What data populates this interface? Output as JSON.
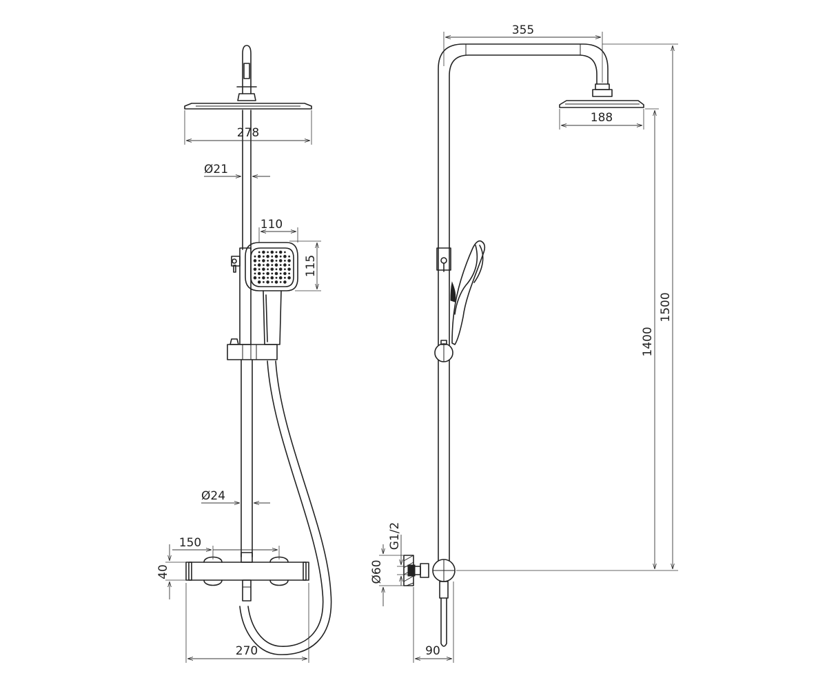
{
  "dimensions": {
    "front_head_width": "278",
    "front_rod_upper_diameter": "Ø21",
    "front_handshower_width": "110",
    "front_handshower_height": "115",
    "front_rod_lower_diameter": "Ø24",
    "front_valve_spacing": "150",
    "front_valve_height": "40",
    "front_valve_width": "270",
    "side_arm_length": "355",
    "side_head_width": "188",
    "side_height_1400": "1400",
    "side_height_1500": "1500",
    "side_thread": "G1/2",
    "side_flange_diameter": "Ø60",
    "side_wall_depth": "90"
  },
  "colors": {
    "line": "#222222",
    "background": "#ffffff"
  }
}
